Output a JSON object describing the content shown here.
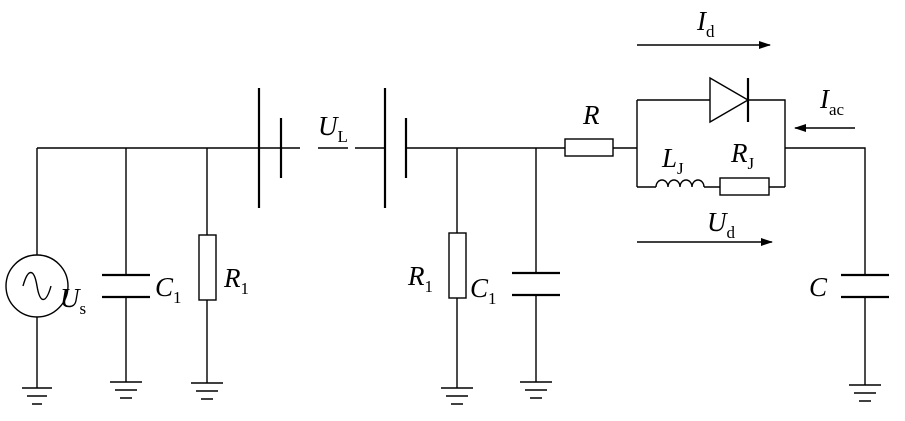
{
  "labels": {
    "us": {
      "main": "U",
      "sub": "s"
    },
    "c1_left": {
      "main": "C",
      "sub": "1"
    },
    "r1_left": {
      "main": "R",
      "sub": "1"
    },
    "ul": {
      "main": "U",
      "sub": "L"
    },
    "r1_mid": {
      "main": "R",
      "sub": "1"
    },
    "c1_mid": {
      "main": "C",
      "sub": "1"
    },
    "r": {
      "main": "R",
      "sub": ""
    },
    "lj": {
      "main": "L",
      "sub": "J"
    },
    "rj": {
      "main": "R",
      "sub": "J"
    },
    "id": {
      "main": "I",
      "sub": "d"
    },
    "iac": {
      "main": "I",
      "sub": "ac"
    },
    "ud": {
      "main": "U",
      "sub": "d"
    },
    "c": {
      "main": "C",
      "sub": ""
    }
  },
  "colors": {
    "ink": "#000000",
    "background": "#ffffff"
  }
}
